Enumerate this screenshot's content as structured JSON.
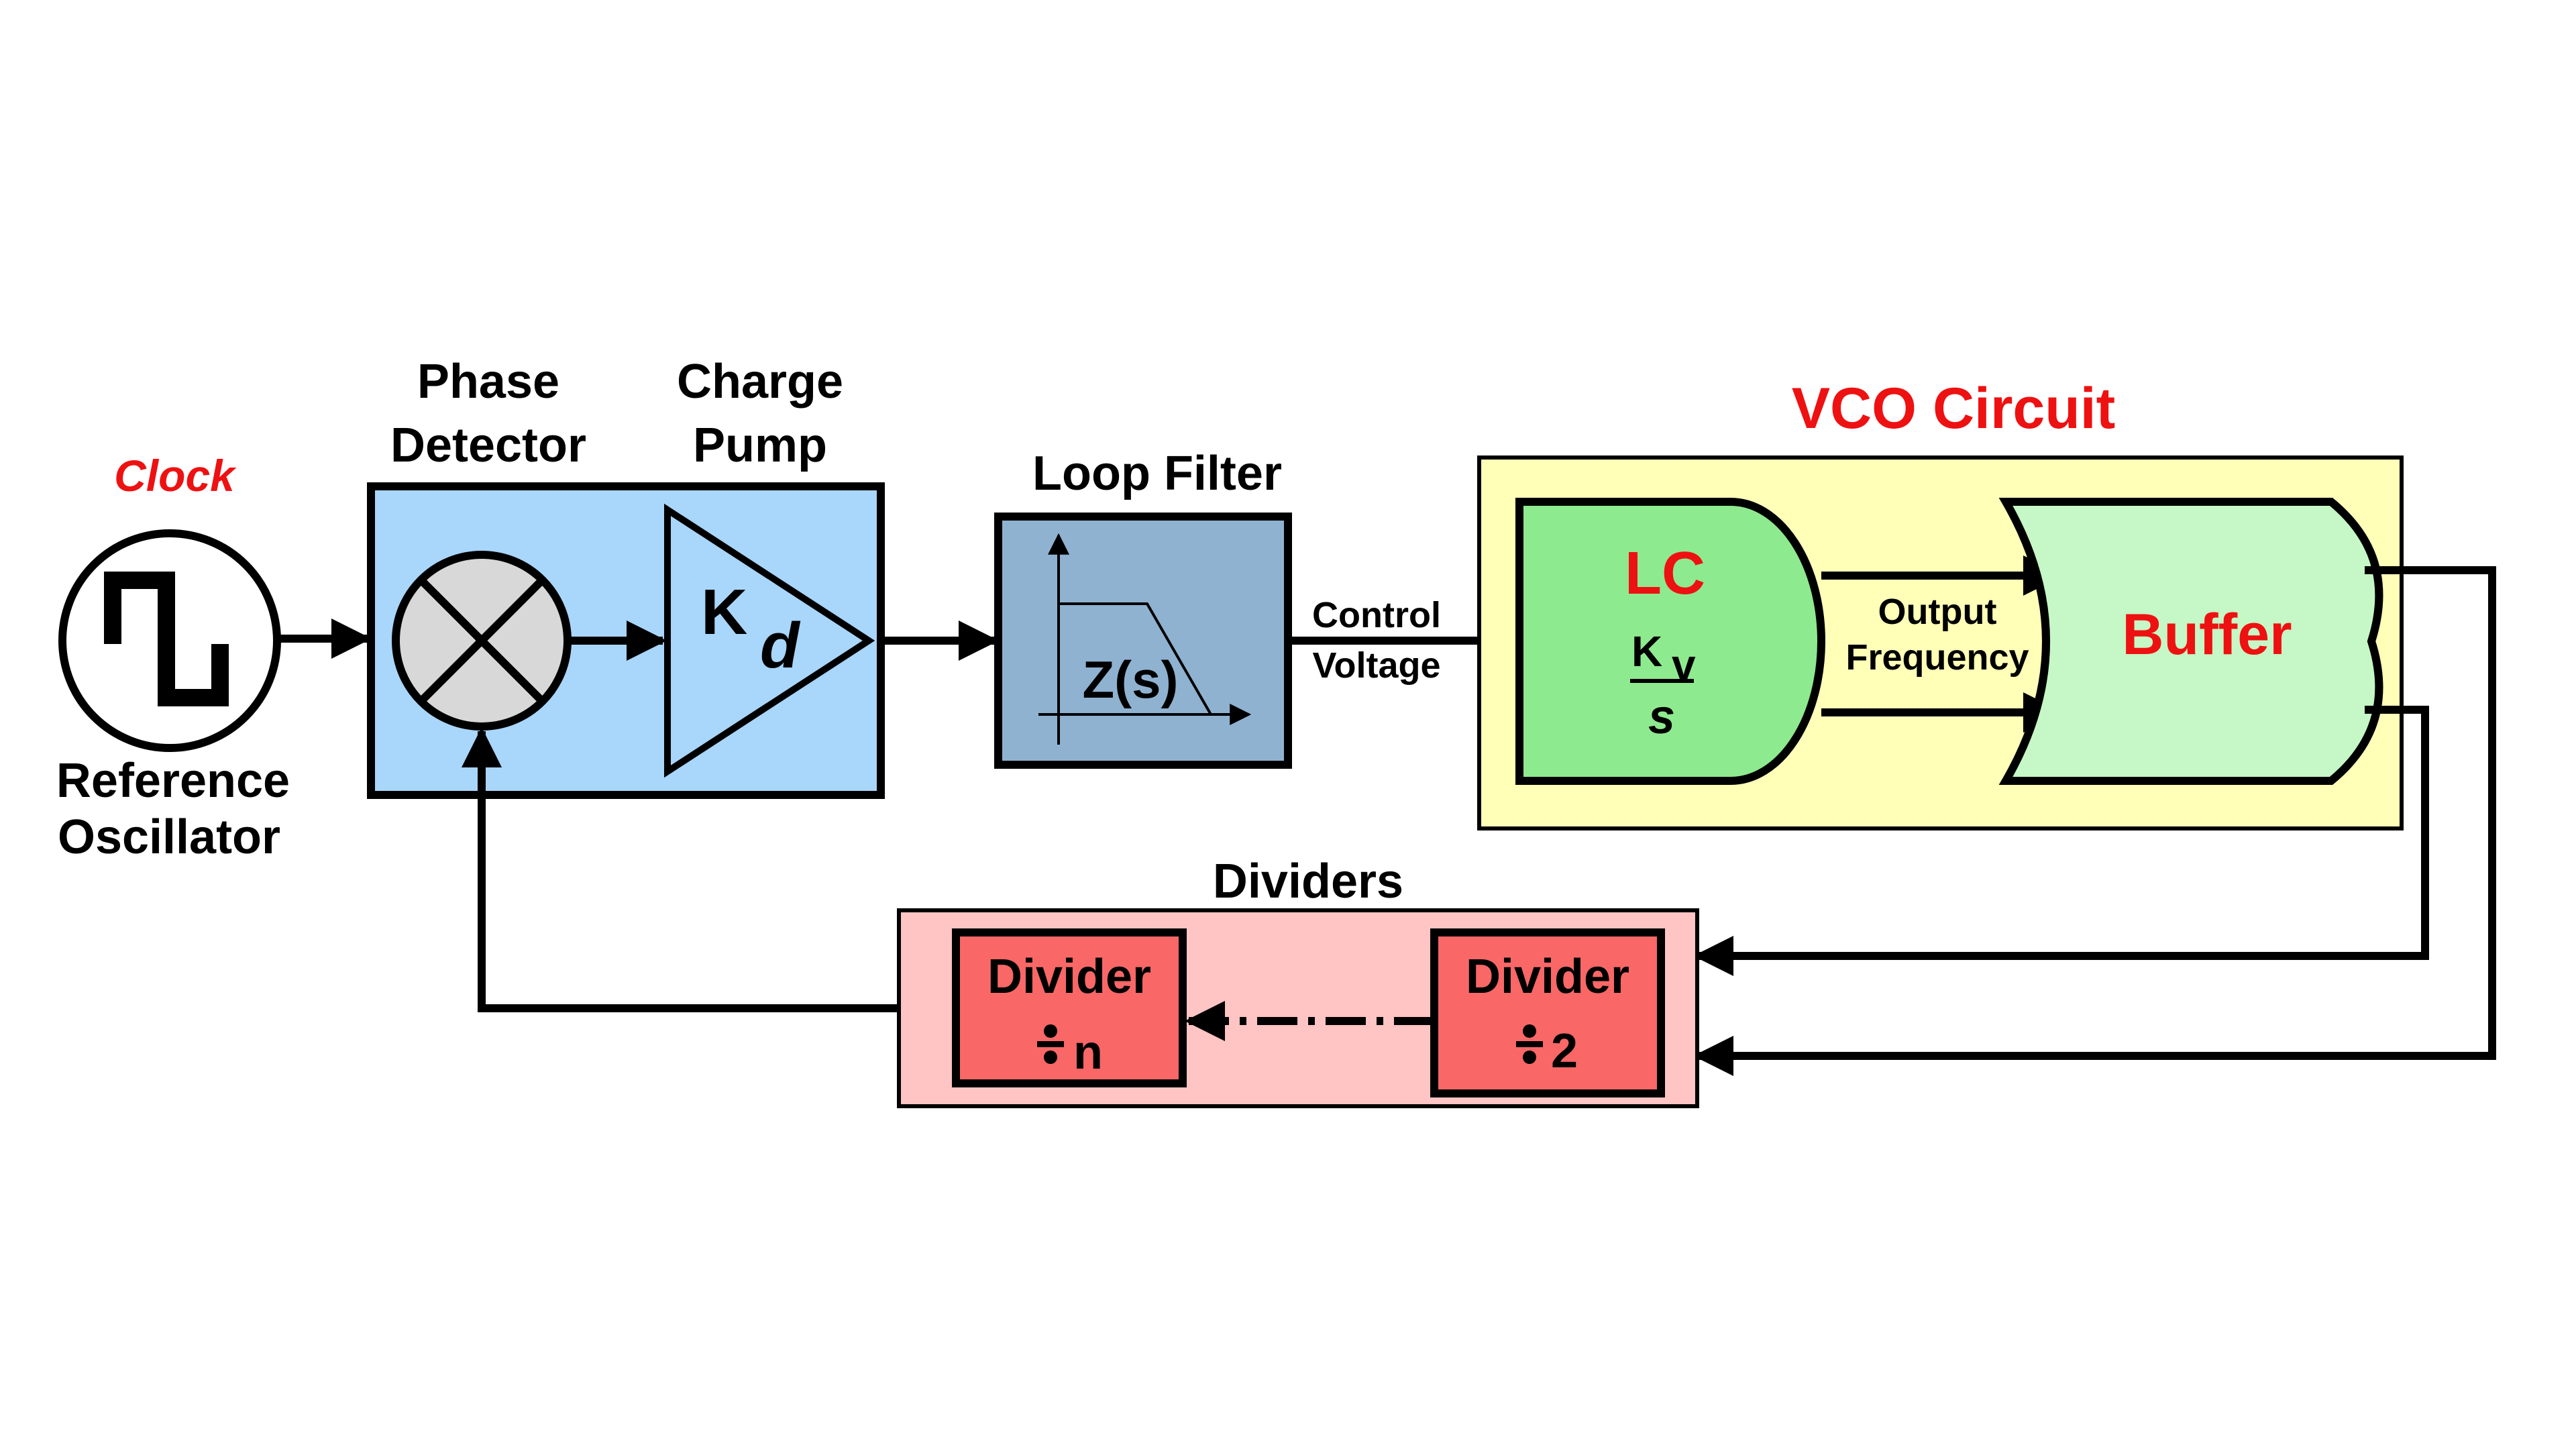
{
  "labels": {
    "clock": "Clock",
    "reference_line1": "Reference",
    "reference_line2": "Oscillator",
    "phase_line1": "Phase",
    "phase_line2": "Detector",
    "charge_line1": "Charge",
    "charge_line2": "Pump",
    "kd_main": "K",
    "kd_sub": "d",
    "loop_filter": "Loop Filter",
    "zs": "Z(s)",
    "control_line1": "Control",
    "control_line2": "Voltage",
    "vco_title": "VCO Circuit",
    "lc": "LC",
    "kv_main": "K",
    "kv_sub": "v",
    "kv_den": "s",
    "output_line1": "Output",
    "output_line2": "Frequency",
    "buffer": "Buffer",
    "dividers_title": "Dividers",
    "divider_n_title": "Divider",
    "divider_n_value": "n",
    "divider_2_title": "Divider",
    "divider_2_value": "2"
  },
  "colors": {
    "phase_charge_block": "#a9d6fb",
    "loop_filter_block": "#8fb2d1",
    "vco_block": "#ffffb8",
    "lc_shape": "#8eea8e",
    "buffer_shape": "#c6f7c6",
    "dividers_block": "#ffc4c4",
    "divider_box": "#f96767",
    "accent_red": "#ee1111"
  }
}
